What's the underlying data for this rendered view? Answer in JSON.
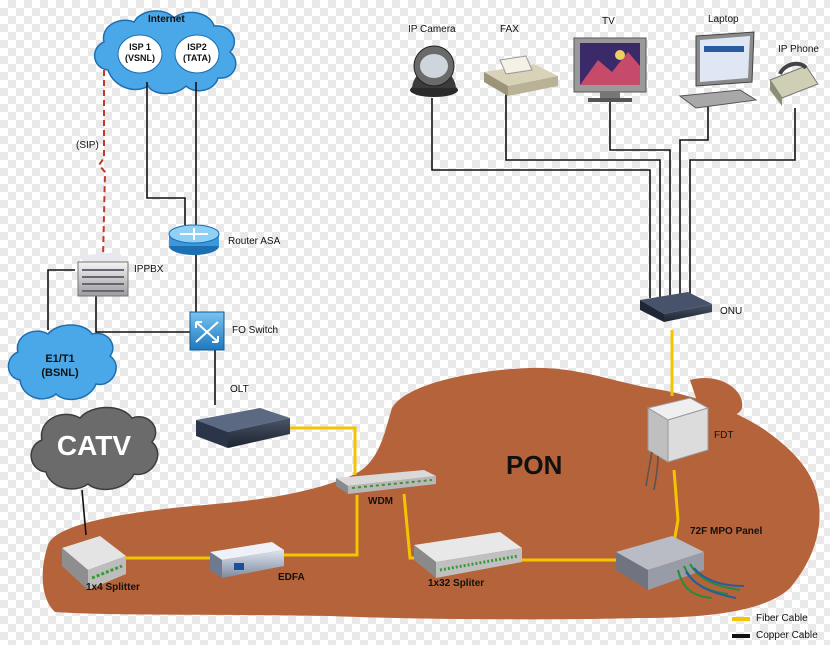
{
  "clouds": {
    "internet": {
      "title": "Internet",
      "isp1_line1": "ISP 1",
      "isp1_line2": "(VSNL)",
      "isp2_line1": "ISP2",
      "isp2_line2": "(TATA)"
    },
    "e1t1": {
      "line1": "E1/T1",
      "line2": "(BSNL)"
    },
    "catv": "CATV"
  },
  "labels": {
    "sip": "(SIP)",
    "router": "Router ASA",
    "ippbx": "IPPBX",
    "fo_switch": "FO Switch",
    "olt": "OLT",
    "wdm": "WDM",
    "splitter_1x4": "1x4 Splitter",
    "edfa": "EDFA",
    "splitter_1x32": "1x32 Spliter",
    "mpo_panel": "72F MPO Panel",
    "fdt": "FDT",
    "onu": "ONU",
    "pon": "PON"
  },
  "devices": {
    "ip_camera": "IP Camera",
    "fax": "FAX",
    "tv": "TV",
    "laptop": "Laptop",
    "ip_phone": "IP Phone"
  },
  "legend": {
    "fiber": "Fiber Cable",
    "copper": "Copper Cable"
  },
  "colors": {
    "fiber": "#f5c400",
    "copper": "#111111",
    "sip_link": "#c0392b",
    "pon_area": "#b5633a",
    "cloud_blue": "#4aa8e8",
    "catv_cloud": "#6b6b6b"
  }
}
